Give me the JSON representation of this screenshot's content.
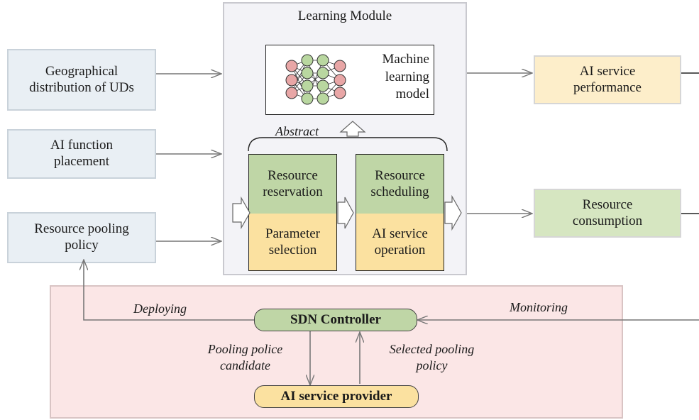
{
  "learning_module": {
    "title": "Learning Module",
    "ml_model_label": "Machine\nlearning\nmodel",
    "abstract_label": "Abstract",
    "block1_top": "Resource\nreservation",
    "block1_bottom": "Parameter\nselection",
    "block2_top": "Resource\nscheduling",
    "block2_bottom": "AI service\noperation"
  },
  "inputs": {
    "geo": "Geographical\ndistribution of UDs",
    "placement": "AI function\nplacement",
    "pooling": "Resource pooling\npolicy"
  },
  "outputs": {
    "performance": "AI service\nperformance",
    "consumption": "Resource\nconsumption"
  },
  "control": {
    "sdn_controller": "SDN Controller",
    "provider": "AI service provider",
    "deploying": "Deploying",
    "monitoring": "Monitoring",
    "pooling_candidate": "Pooling police\ncandidate",
    "selected_policy": "Selected pooling\npolicy"
  },
  "colors": {
    "input_fill": "#e9eff4",
    "green": "#bfd6a6",
    "yellow": "#fbe1a0",
    "pink": "#fbe6e6",
    "arrow": "#777777",
    "nn_red": "#e8a6a6",
    "nn_green": "#b9d7a0"
  }
}
